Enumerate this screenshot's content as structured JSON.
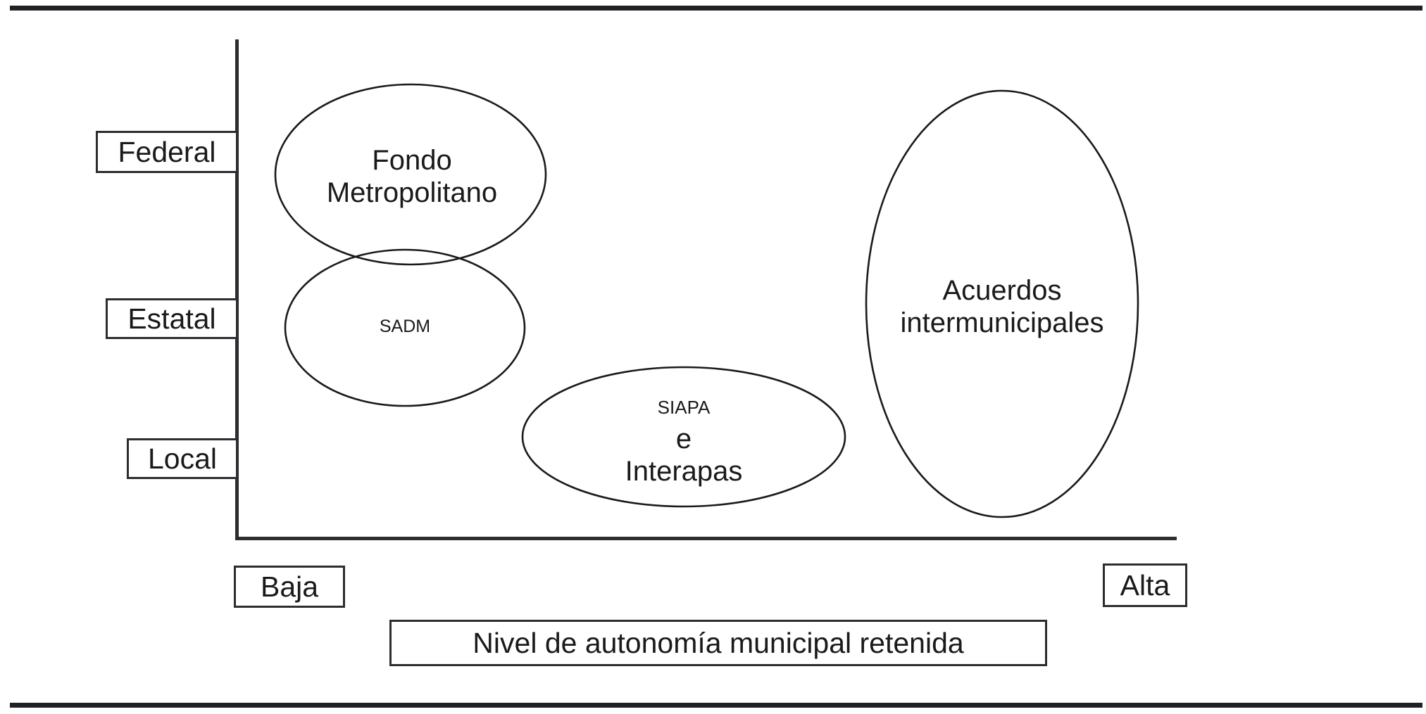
{
  "chart_data": {
    "type": "scatter",
    "title": "",
    "xlabel": "Nivel de autonomía municipal retenida",
    "ylabel": "",
    "x_axis": {
      "label": "Nivel de autonomía municipal retenida",
      "low_label": "Baja",
      "high_label": "Alta",
      "direction": "left-to-right increasing"
    },
    "y_axis": {
      "label": "",
      "categories": [
        "Federal",
        "Estatal",
        "Local"
      ],
      "order": "top-to-bottom"
    },
    "grid": false,
    "legend": null,
    "items": [
      {
        "name": "Fondo Metropolitano",
        "lines": [
          "Fondo",
          "Metropolitano"
        ],
        "shape": "ellipse",
        "autonomy_level": "Baja",
        "government_span": [
          "Federal",
          "Estatal"
        ],
        "text_size": "large"
      },
      {
        "name": "SADM",
        "lines": [
          "SADM"
        ],
        "shape": "ellipse",
        "autonomy_level": "Baja",
        "government_span": [
          "Estatal"
        ],
        "text_size": "small"
      },
      {
        "name": "SIAPA e Interapas",
        "lines": [
          "SIAPA",
          "e",
          "Interapas"
        ],
        "shape": "ellipse",
        "autonomy_level": "Media",
        "government_span": [
          "Local"
        ],
        "text_size": "mixed"
      },
      {
        "name": "Acuerdos intermunicipales",
        "lines": [
          "Acuerdos",
          "intermunicipales"
        ],
        "shape": "ellipse",
        "autonomy_level": "Alta",
        "government_span": [
          "Federal",
          "Estatal",
          "Local"
        ],
        "text_size": "large"
      }
    ]
  },
  "y_labels": {
    "federal": "Federal",
    "estatal": "Estatal",
    "local": "Local"
  },
  "x_labels": {
    "baja": "Baja",
    "alta": "Alta",
    "axis_title": "Nivel de autonomía municipal retenida"
  },
  "ellipse_labels": {
    "fondo_metropolitano": "Fondo\nMetropolitano",
    "sadm": "SADM",
    "siapa_small": "SIAPA",
    "siapa_big": "e\nInterapas",
    "acuerdos": "Acuerdos\nintermunicipales"
  },
  "colors": {
    "background": "#ffffff",
    "stroke": "#1a1a1a",
    "axis": "#2b2d30",
    "frame_rule": "#1f2125",
    "text": "#1a1a1a"
  }
}
